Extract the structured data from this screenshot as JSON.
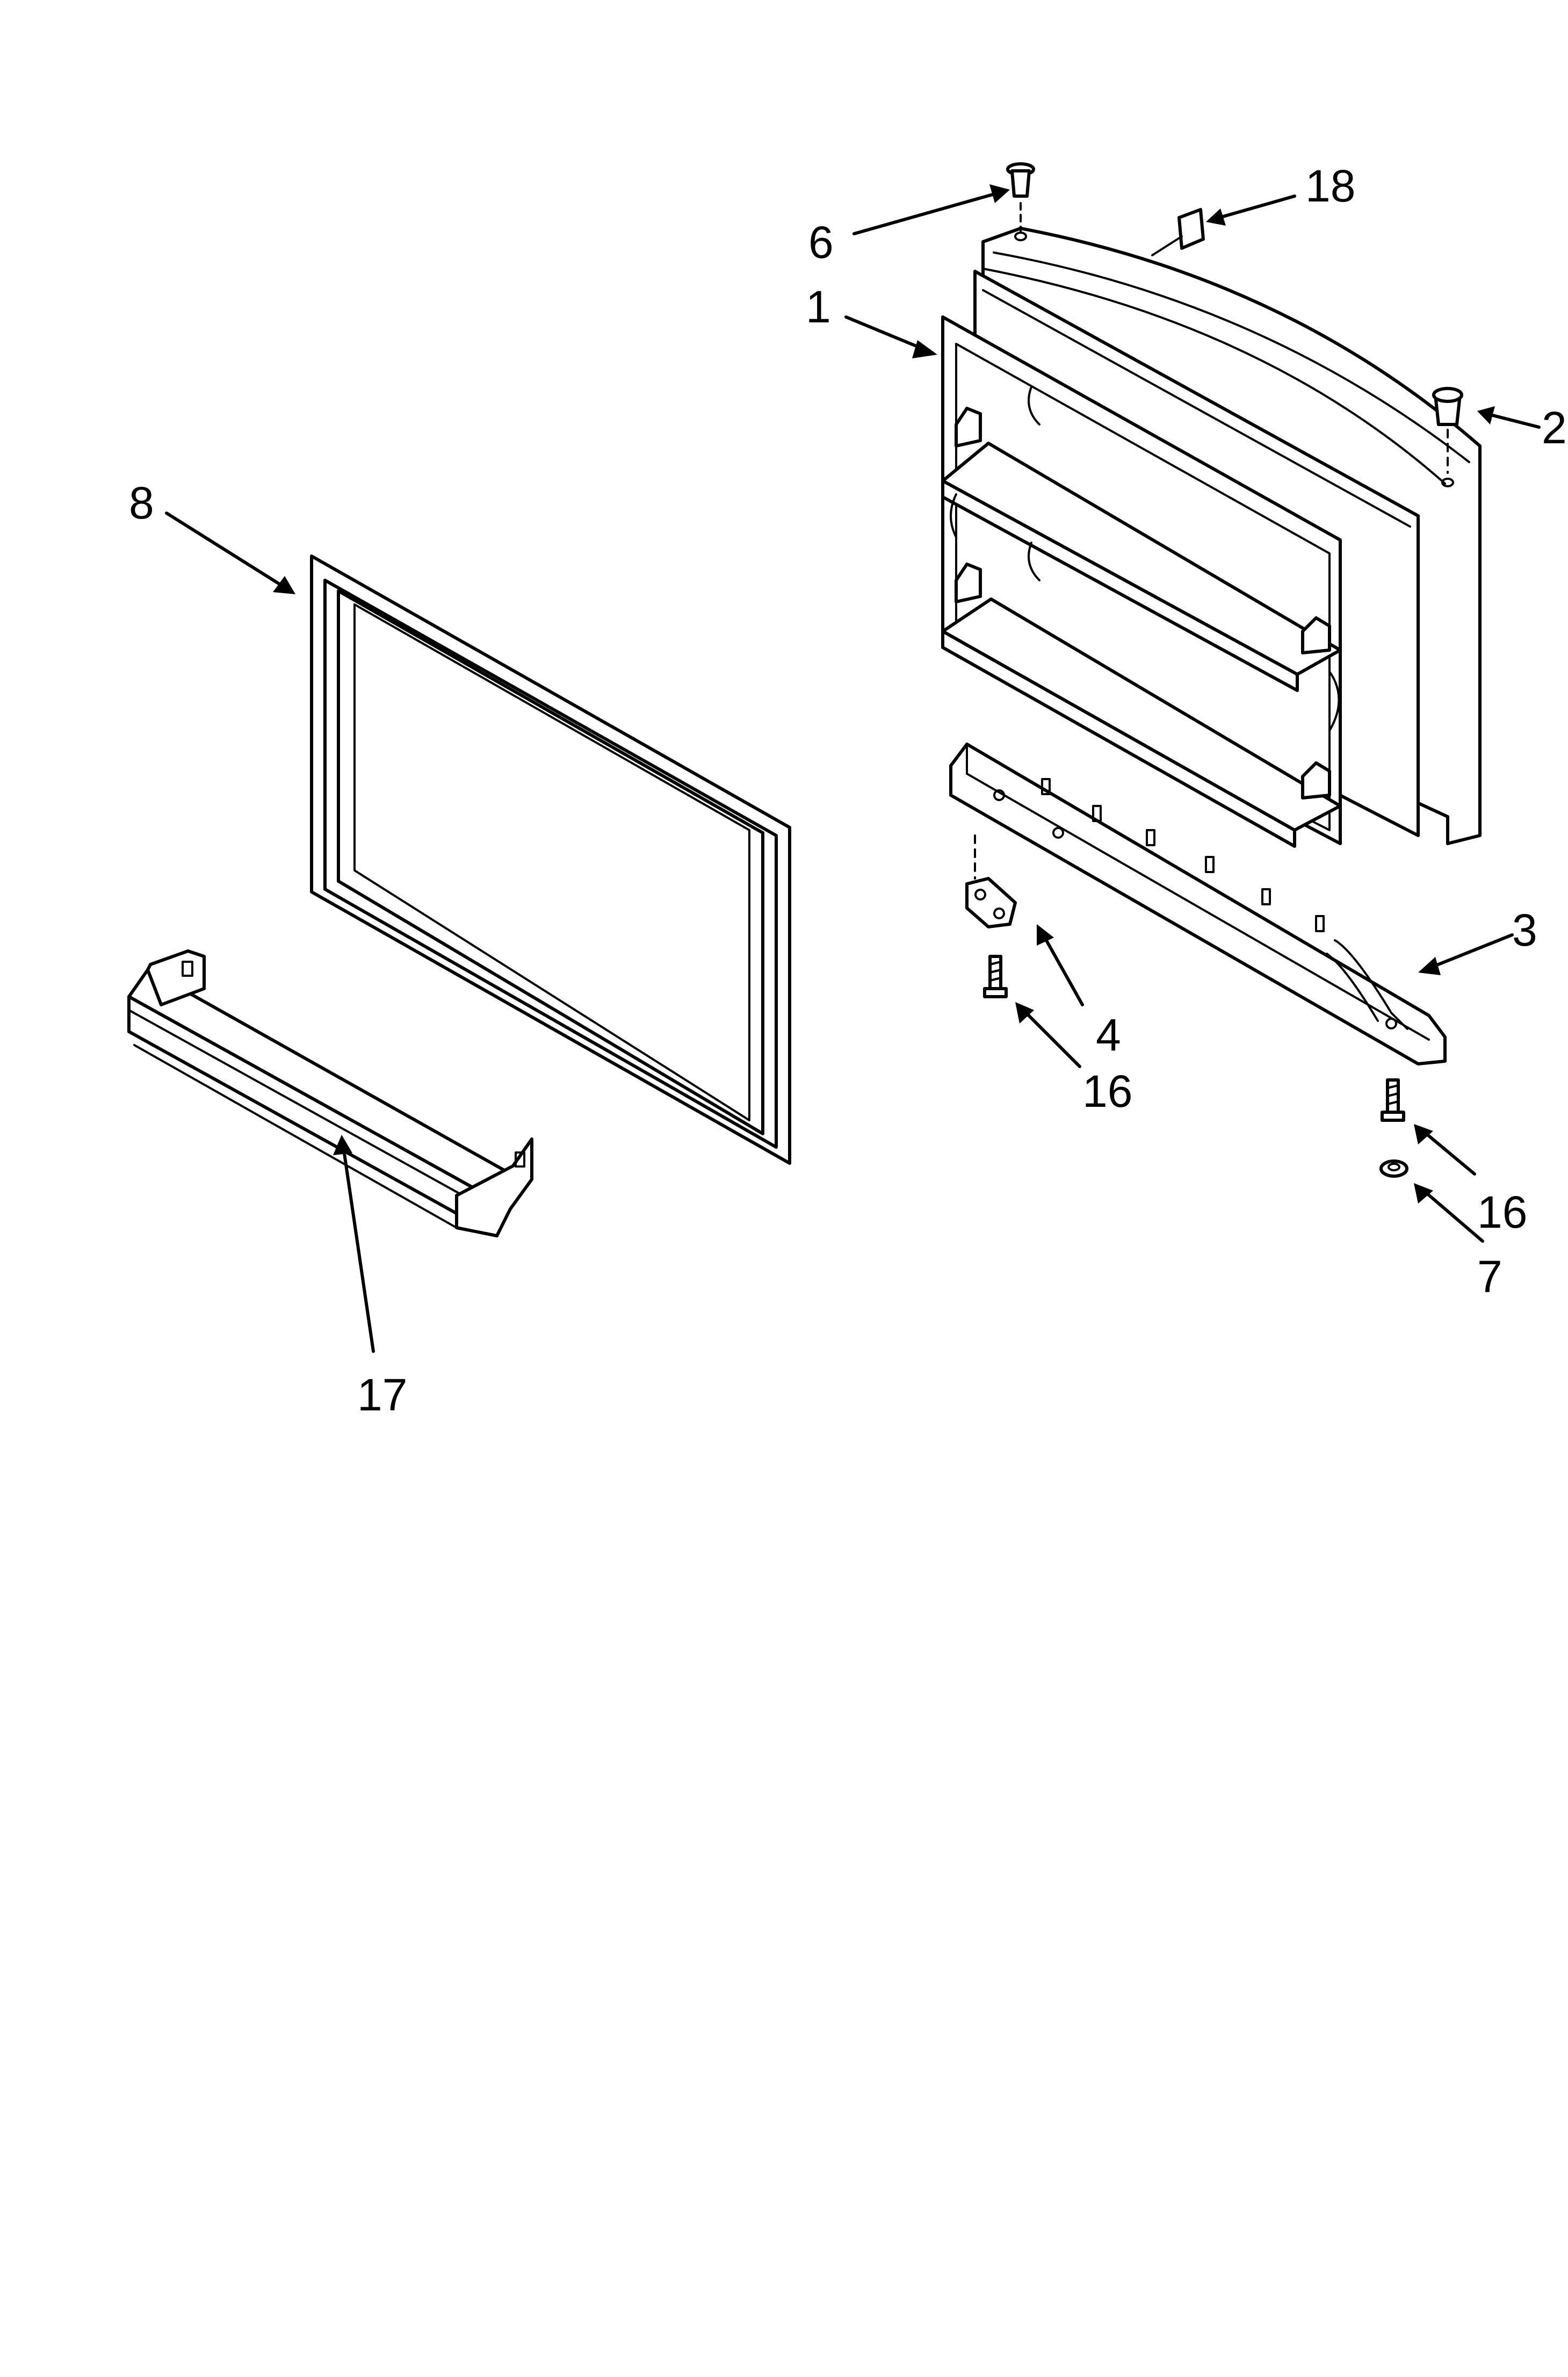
{
  "callouts": {
    "c1": "1",
    "c2": "2",
    "c3": "3",
    "c4": "4",
    "c6": "6",
    "c7": "7",
    "c8": "8",
    "c16a": "16",
    "c16b": "16",
    "c17": "17",
    "c18": "18"
  },
  "colors": {
    "line": "#000000",
    "background": "#ffffff"
  }
}
